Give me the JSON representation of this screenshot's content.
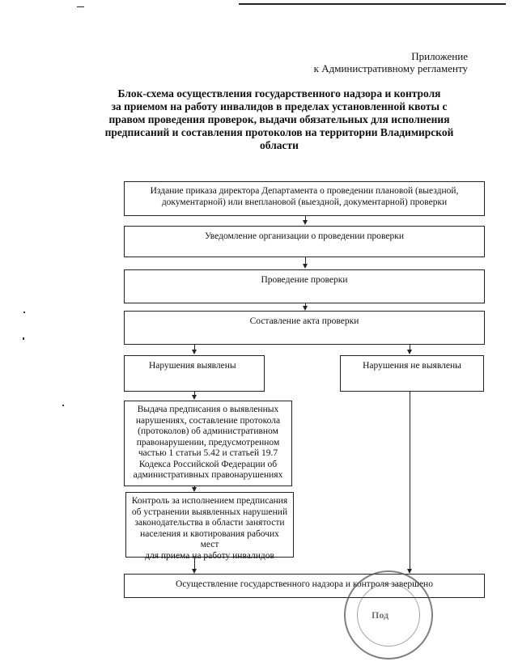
{
  "header": {
    "appendix_line1": "Приложение",
    "appendix_line2": "к Административному регламенту"
  },
  "title_lines": [
    "Блок-схема осуществления государственного надзора и контроля",
    "за приемом на работу инвалидов в пределах установленной квоты с",
    "правом проведения проверок, выдачи обязательных для исполнения",
    "предписаний и составления протоколов на территории Владимирской",
    "области"
  ],
  "steps": {
    "order": [
      "Издание приказа директора Департамента о проведении плановой (выездной,",
      "документарной) или внеплановой (выездной, документарной) проверки"
    ],
    "notification": "Уведомление организации о проведении проверки",
    "inspection": "Проведение проверки",
    "act": "Составление акта проверки",
    "violations_found": "Нарушения выявлены",
    "violations_not_found": "Нарушения не выявлены",
    "prescription": [
      "Выдача предписания о выявленных",
      "нарушениях, составление протокола",
      "(протоколов) об административном",
      "правонарушении, предусмотренном",
      "частью 1 статьи 5.42 и статьей 19.7",
      "Кодекса Российской Федерации об",
      "административных правонарушениях"
    ],
    "control": [
      "Контроль за исполнением предписания",
      "об устранении выявленных нарушений",
      "законодательства в области занятости",
      "населения и квотирования рабочих мест",
      "для приема на работу инвалидов"
    ],
    "final": "Осуществление государственного надзора и контроля завершено"
  },
  "stamp": {
    "text": "Под"
  }
}
